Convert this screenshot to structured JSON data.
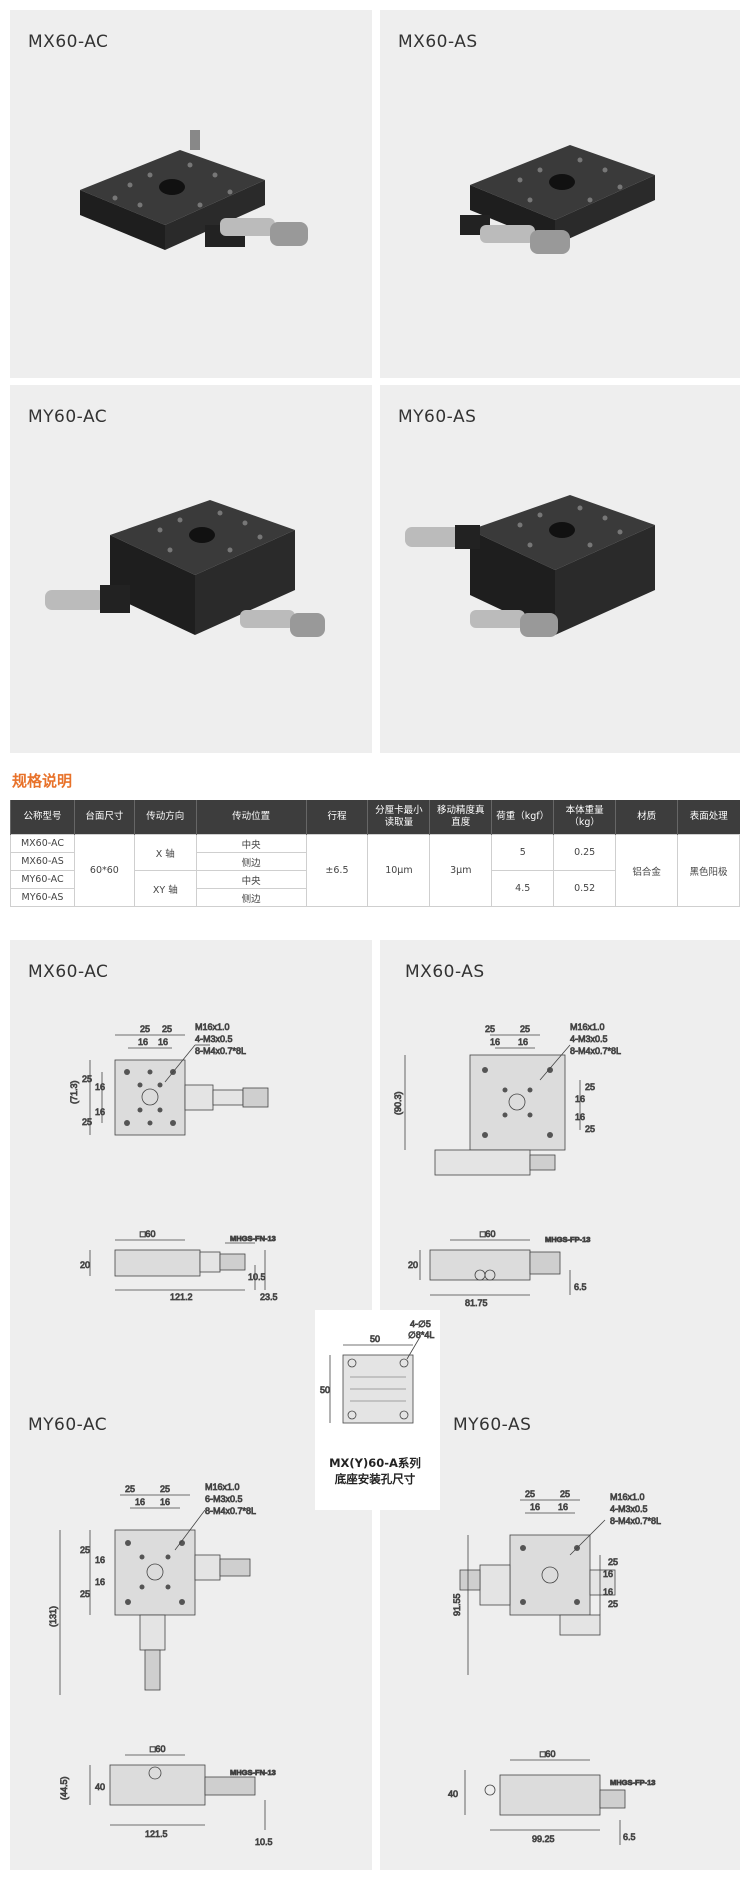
{
  "photos": [
    {
      "model": "MX60-AC"
    },
    {
      "model": "MX60-AS"
    },
    {
      "model": "MY60-AC"
    },
    {
      "model": "MY60-AS"
    }
  ],
  "section_title": "规格说明",
  "spec_table": {
    "headers": [
      "公称型号",
      "台面尺寸",
      "传动方向",
      "传动位置",
      "行程",
      "分厘卡最小读取量",
      "移动精度真直度",
      "荷重（kgf）",
      "本体重量（kg）",
      "材质",
      "表面处理"
    ],
    "models": [
      "MX60-AC",
      "MX60-AS",
      "MY60-AC",
      "MY60-AS"
    ],
    "table_size": "60*60",
    "direction_x": "X 轴",
    "direction_xy": "XY 轴",
    "position_center": "中央",
    "position_side": "侧边",
    "travel": "±6.5",
    "micrometer": "10μm",
    "accuracy": "3μm",
    "load_x": "5",
    "load_xy": "4.5",
    "weight_x": "0.25",
    "weight_xy": "0.52",
    "material": "铝合金",
    "finish": "黑色阳极"
  },
  "drawings": {
    "mx_ac": {
      "title": "MX60-AC",
      "dims": [
        "25",
        "25",
        "16",
        "16",
        "M16x1.0",
        "4-M3x0.5",
        "8-M4x0.7*8L",
        "(71.3)",
        "25",
        "16",
        "16",
        "25",
        "□60",
        "MHGS-FN-13",
        "20",
        "121.2",
        "10.5",
        "23.5"
      ]
    },
    "mx_as": {
      "title": "MX60-AS",
      "dims": [
        "25",
        "25",
        "16",
        "16",
        "M16x1.0",
        "4-M3x0.5",
        "8-M4x0.7*8L",
        "(90.3)",
        "25",
        "16",
        "16",
        "25",
        "□60",
        "MHGS-FP-13",
        "20",
        "81.75",
        "6.5"
      ]
    },
    "my_ac": {
      "title": "MY60-AC",
      "dims": [
        "25",
        "25",
        "16",
        "16",
        "M16x1.0",
        "6-M3x0.5",
        "8-M4x0.7*8L",
        "25",
        "16",
        "16",
        "25",
        "(131)",
        "□60",
        "MHGS-FN-13",
        "(44.5)",
        "40",
        "121.5",
        "10.5"
      ]
    },
    "my_as": {
      "title": "MY60-AS",
      "dims": [
        "25",
        "25",
        "16",
        "16",
        "M16x1.0",
        "4-M3x0.5",
        "8-M4x0.7*8L",
        "91.55",
        "25",
        "16",
        "16",
        "25",
        "□60",
        "MHGS-FP-13",
        "40",
        "99.25",
        "6.5"
      ]
    },
    "base": {
      "dims": [
        "50",
        "50",
        "4-∅5",
        "∅8*4L"
      ],
      "caption_line1": "MX(Y)60-A系列",
      "caption_line2": "底座安装孔尺寸"
    }
  },
  "colors": {
    "accent": "#e8722a",
    "table_header": "#3d3d3d",
    "panel": "#eeeeee"
  }
}
